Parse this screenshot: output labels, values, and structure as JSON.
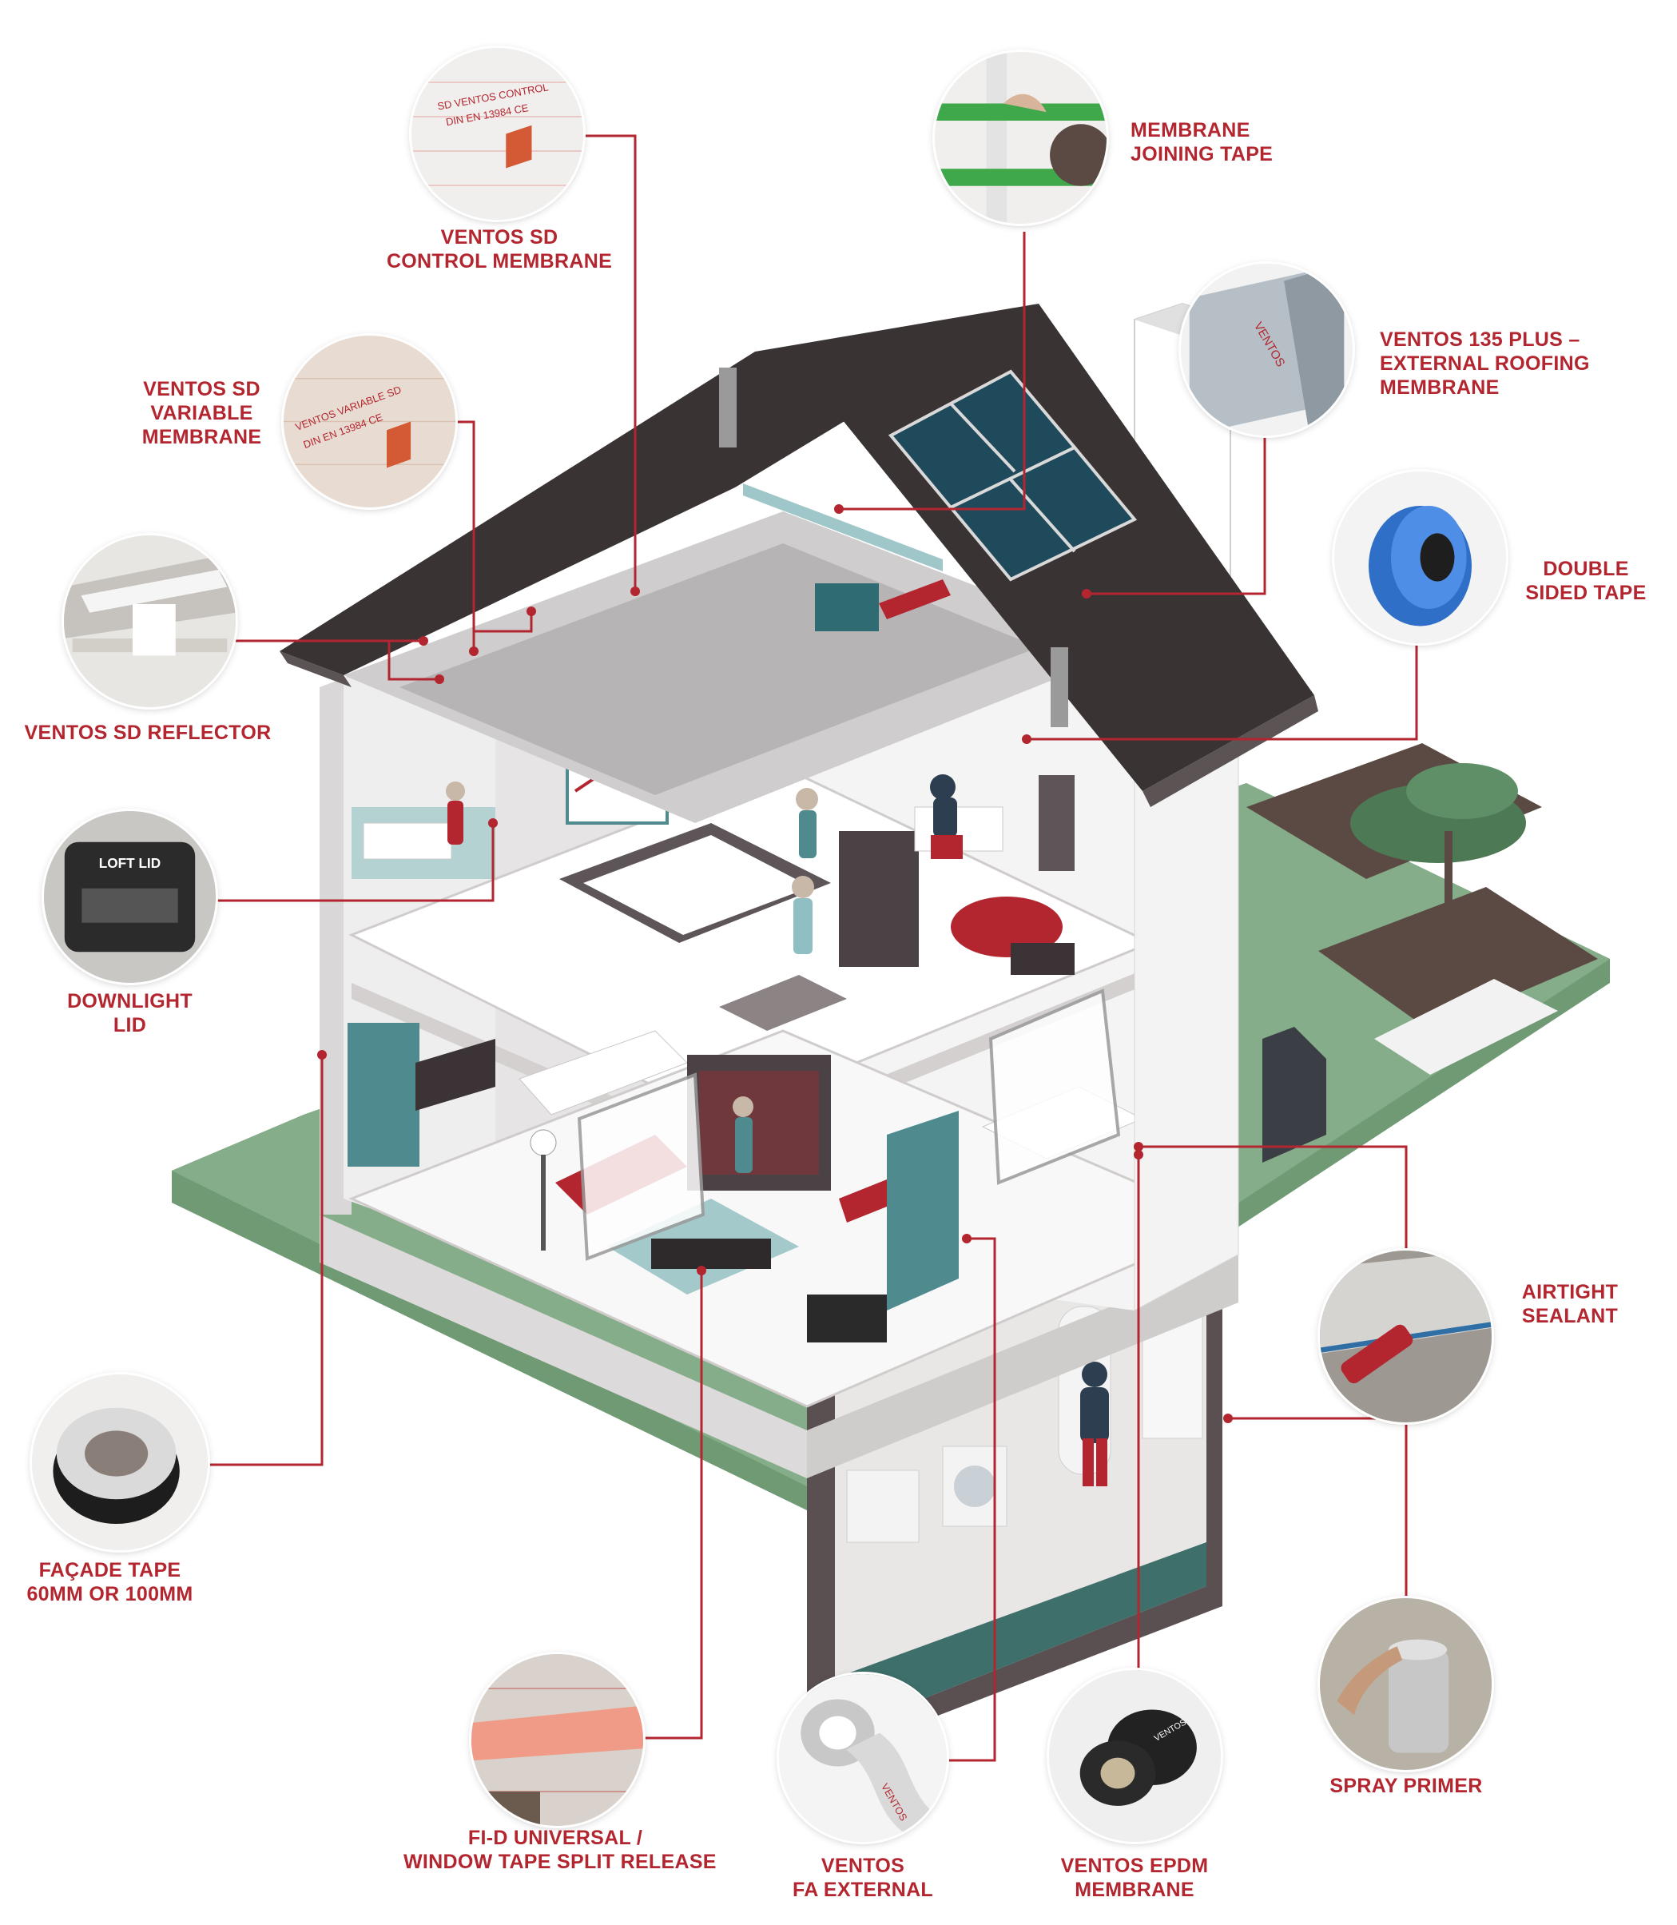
{
  "products": [
    {
      "id": "sd-control",
      "lines": [
        "VENTOS SD",
        "CONTROL MEMBRANE"
      ],
      "photo_text": [
        "SD VENTOS CONTROL",
        "DIN EN 13984 CE"
      ]
    },
    {
      "id": "sd-variable",
      "lines": [
        "VENTOS SD",
        "VARIABLE",
        "MEMBRANE"
      ],
      "photo_text": [
        "VENTOS VARIABLE SD",
        "DIN EN 13984 CE"
      ]
    },
    {
      "id": "sd-reflector",
      "lines": [
        "VENTOS SD REFLECTOR"
      ]
    },
    {
      "id": "downlight-lid",
      "lines": [
        "DOWNLIGHT",
        "LID"
      ],
      "photo_text": [
        "LOFT LID"
      ]
    },
    {
      "id": "facade-tape",
      "lines": [
        "FAÇADE TAPE",
        "60MM OR 100MM"
      ]
    },
    {
      "id": "fi-d-universal",
      "lines": [
        "FI-D UNIVERSAL /",
        "WINDOW TAPE SPLIT RELEASE"
      ]
    },
    {
      "id": "fa-external",
      "lines": [
        "VENTOS",
        "FA EXTERNAL"
      ],
      "photo_text": [
        "VENTOS"
      ]
    },
    {
      "id": "epdm-membrane",
      "lines": [
        "VENTOS EPDM",
        "MEMBRANE"
      ],
      "photo_text": [
        "VENTOS"
      ]
    },
    {
      "id": "spray-primer",
      "lines": [
        "SPRAY PRIMER"
      ]
    },
    {
      "id": "airtight-sealant",
      "lines": [
        "AIRTIGHT",
        "SEALANT"
      ]
    },
    {
      "id": "double-sided-tape",
      "lines": [
        "DOUBLE",
        "SIDED TAPE"
      ]
    },
    {
      "id": "ventos-135-plus",
      "lines": [
        "VENTOS 135 PLUS –",
        "EXTERNAL ROOFING",
        "MEMBRANE"
      ],
      "photo_text": [
        "VENTOS"
      ]
    },
    {
      "id": "membrane-joining-tape",
      "lines": [
        "MEMBRANE",
        "JOINING TAPE"
      ]
    }
  ],
  "colors": {
    "accent": "#b3262f",
    "lawn": "#7ea682",
    "roof": "#3a3334",
    "wall": "#ecebeb",
    "teal": "#4f8a8e",
    "panel": "#1f4a5c"
  }
}
